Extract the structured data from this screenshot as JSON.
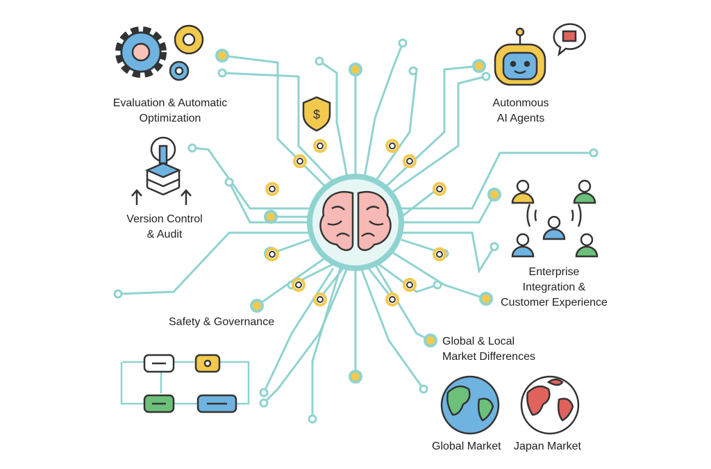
{
  "labels": {
    "evaluation": [
      "Evaluation & Automatic",
      "Optimization"
    ],
    "agents": [
      "Autonmous",
      "AI Agents"
    ],
    "version": [
      "Version Control",
      "& Audit"
    ],
    "enterprise": [
      "Enterprise",
      "Integration &",
      "Customer Experience"
    ],
    "safety": "Safety & Governance",
    "market": [
      "Global & Local",
      "Market Differences"
    ],
    "global_market": "Global Market",
    "japan_market": "Japan Market",
    "dollar_symbol": "$"
  },
  "colors": {
    "trace": "#8fd3d0",
    "node": "#f2c94c",
    "brain": "#f7b9b5",
    "gear_blue": "#6fb3e0",
    "gear_yellow": "#f2c94c",
    "green": "#6cc07a",
    "red": "#e0625c"
  }
}
